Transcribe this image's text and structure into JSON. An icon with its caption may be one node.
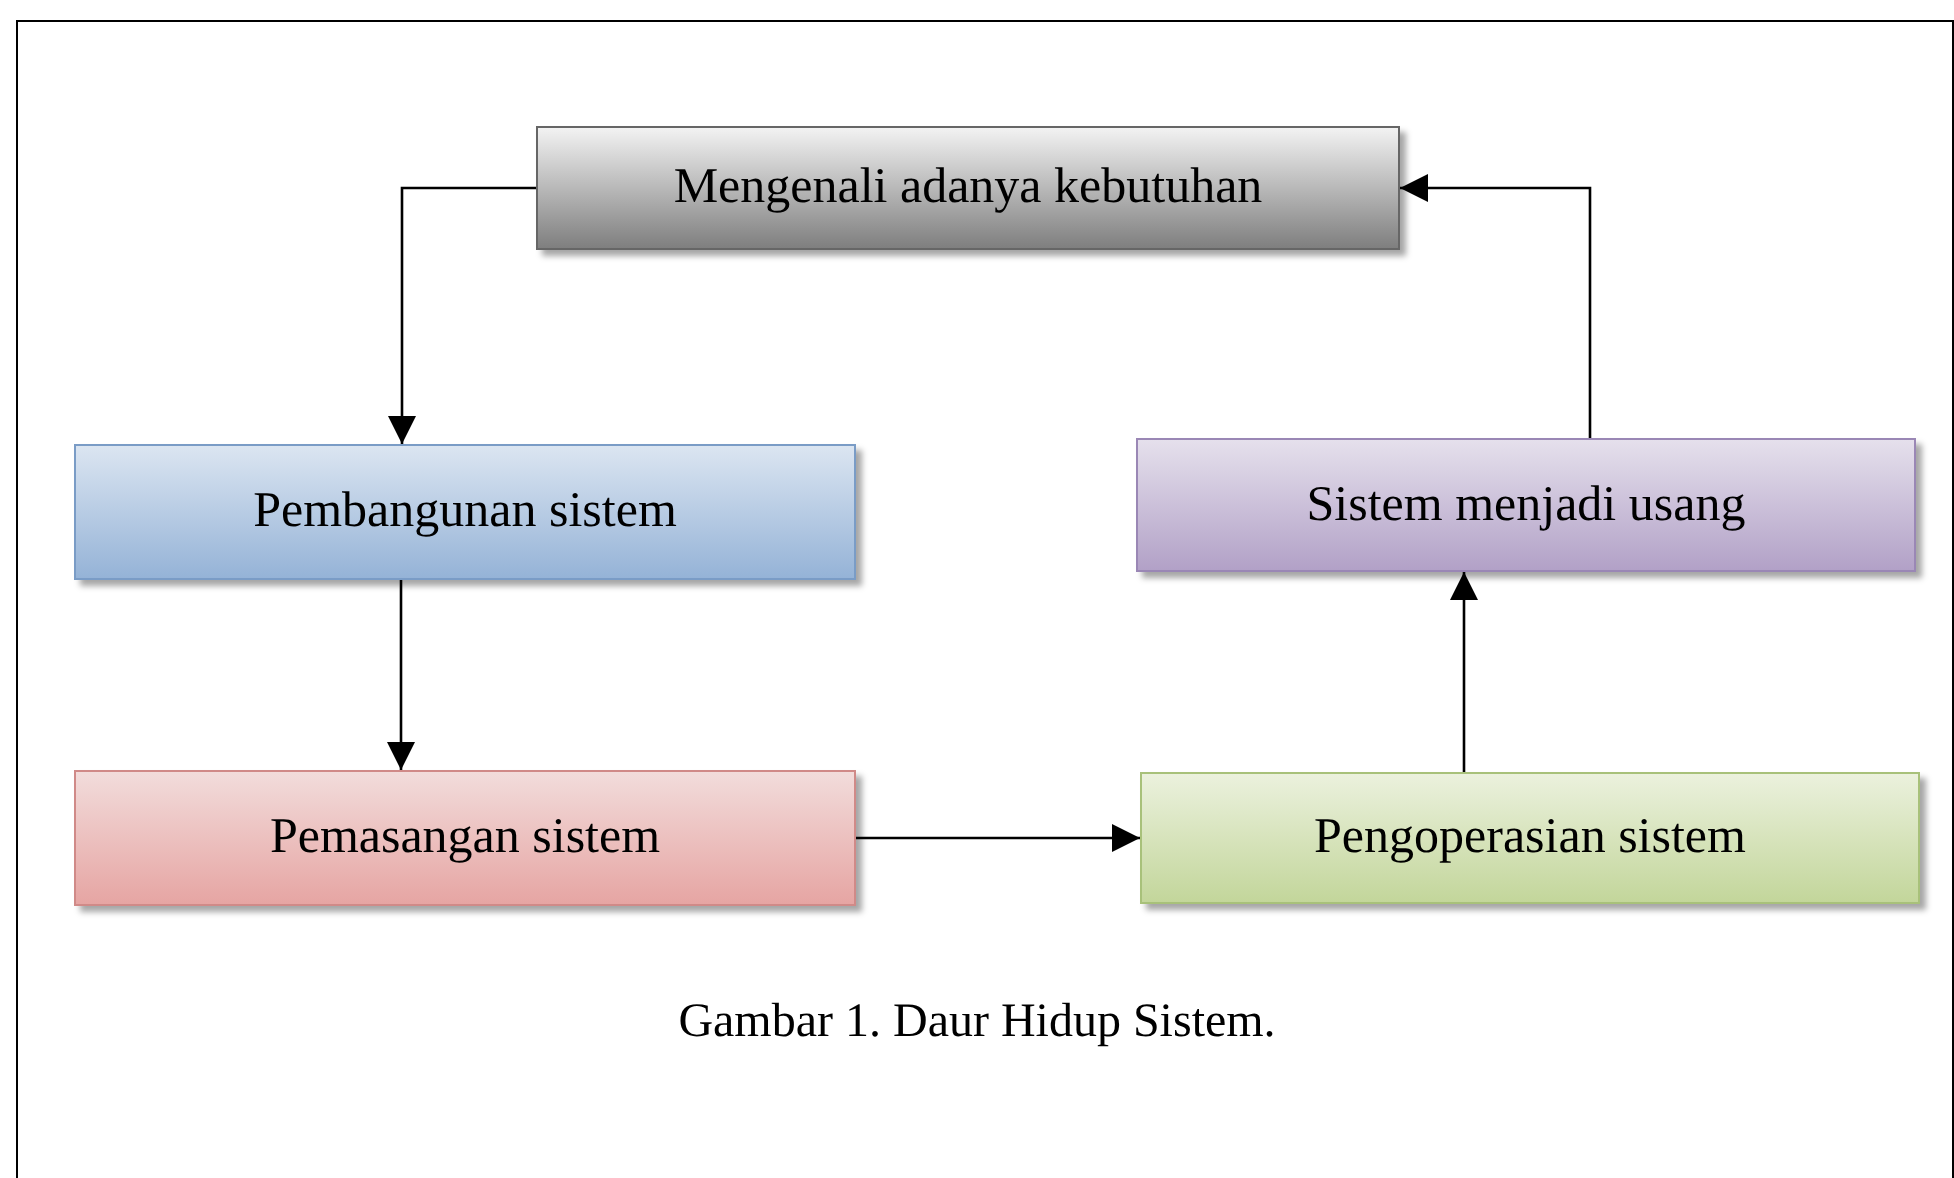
{
  "diagram": {
    "caption": "Gambar 1. Daur Hidup Sistem.",
    "nodes": [
      {
        "text": [
          "Mengenali adanya kebutuhan"
        ]
      },
      {
        "text": [
          "Pembangunan sistem"
        ]
      },
      {
        "text": [
          "Sistem menjadi usang"
        ]
      },
      {
        "text": [
          "Pemasangan sistem"
        ]
      },
      {
        "text": [
          "Pengoperasian sistem"
        ]
      }
    ],
    "edges": [
      {
        "from": 0,
        "to": 1,
        "arrow": "to"
      },
      {
        "from": 1,
        "to": 3,
        "arrow": "to"
      },
      {
        "from": 3,
        "to": 4,
        "arrow": "to"
      },
      {
        "from": 4,
        "to": 2,
        "arrow": "to"
      },
      {
        "from": 2,
        "to": 0,
        "arrow": "to"
      }
    ]
  }
}
